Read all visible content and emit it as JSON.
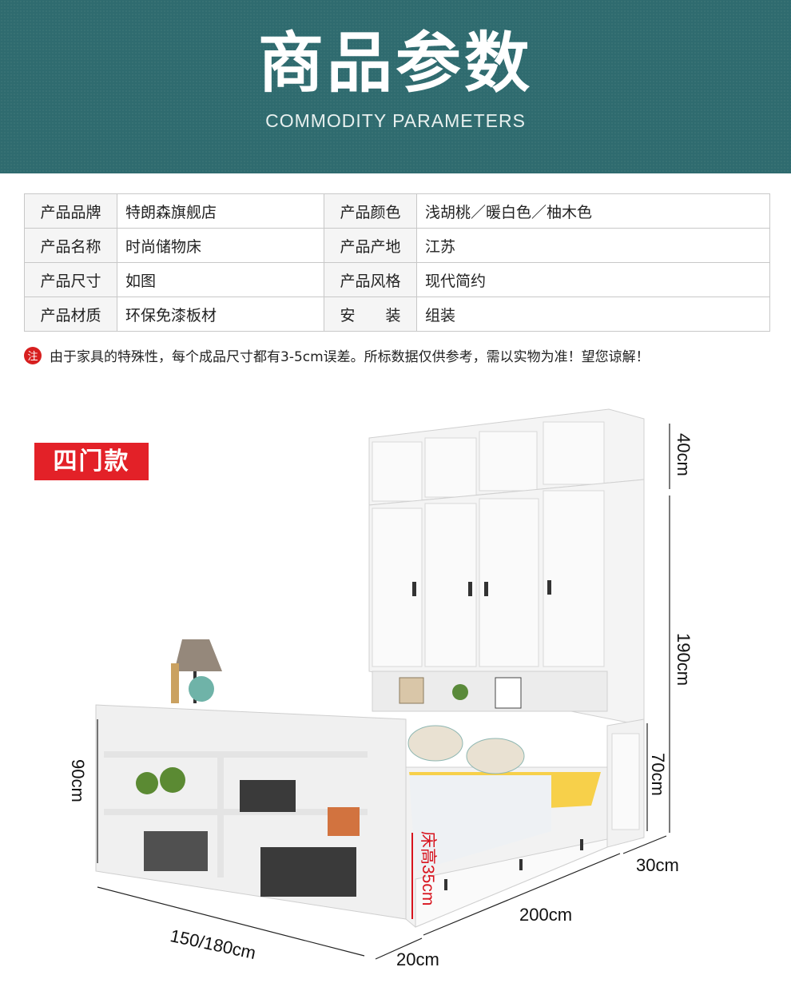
{
  "header": {
    "title": "商品参数",
    "subtitle": "COMMODITY PARAMETERS"
  },
  "params": [
    {
      "l1": "产品品牌",
      "v1": "特朗森旗舰店",
      "l2": "产品颜色",
      "v2": "浅胡桃／暖白色／柚木色"
    },
    {
      "l1": "产品名称",
      "v1": "时尚储物床",
      "l2": "产品产地",
      "v2": "江苏"
    },
    {
      "l1": "产品尺寸",
      "v1": "如图",
      "l2": "产品风格",
      "v2": "现代简约"
    },
    {
      "l1": "产品材质",
      "v1": "环保免漆板材",
      "l2": "安　　装",
      "v2": "组装"
    }
  ],
  "note": {
    "icon": "注",
    "text": "由于家具的特殊性，每个成品尺寸都有3-5cm误差。所标数据仅供参考，需以实物为准！望您谅解！"
  },
  "badge": "四门款",
  "dimensions": {
    "top_cabinet": "40cm",
    "wardrobe": "190cm",
    "side_cabinet": "70cm",
    "side_depth": "30cm",
    "bed_length": "200cm",
    "bed_width": "150/180cm",
    "headboard_depth": "20cm",
    "shelf_height": "90cm",
    "bed_height": "床高35cm"
  },
  "colors": {
    "header_bg": "#2f6b6f",
    "accent_red": "#e32128"
  }
}
